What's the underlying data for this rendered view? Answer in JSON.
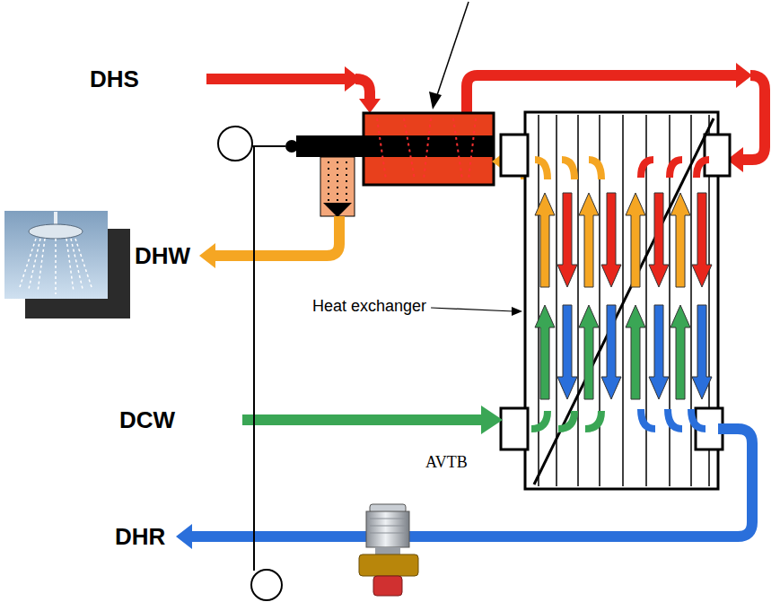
{
  "diagram": {
    "labels": [
      "DHS",
      "DHW",
      "DCW",
      "DHR",
      "Heat exchanger",
      "AVTB"
    ]
  }
}
